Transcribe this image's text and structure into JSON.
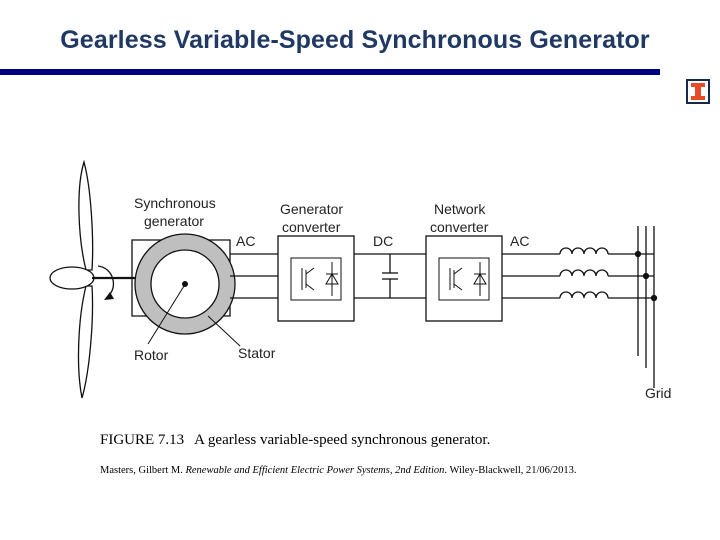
{
  "header": {
    "title": "Gearless Variable-Speed Synchronous Generator",
    "title_color": "#1f3864",
    "rule_color": "#000080",
    "logo": {
      "icon": "university-block-i-icon",
      "colors": [
        "#13294b",
        "#e84a27"
      ]
    }
  },
  "diagram": {
    "labels": {
      "sync_gen_line1": "Synchronous",
      "sync_gen_line2": "generator",
      "gen_conv_line1": "Generator",
      "gen_conv_line2": "converter",
      "net_conv_line1": "Network",
      "net_conv_line2": "converter",
      "ac_left": "AC",
      "dc": "DC",
      "ac_right": "AC",
      "rotor": "Rotor",
      "stator": "Stator",
      "grid": "Grid"
    },
    "stator_color": "#bfbfbf"
  },
  "caption": {
    "figure_number": "FIGURE 7.13",
    "text": "A gearless variable-speed synchronous generator."
  },
  "citation": {
    "authors": "Masters, Gilbert M. ",
    "title": "Renewable and Efficient Electric Power Systems,  2nd Edition",
    "publisher": ". Wiley-Blackwell, 21/06/2013."
  }
}
